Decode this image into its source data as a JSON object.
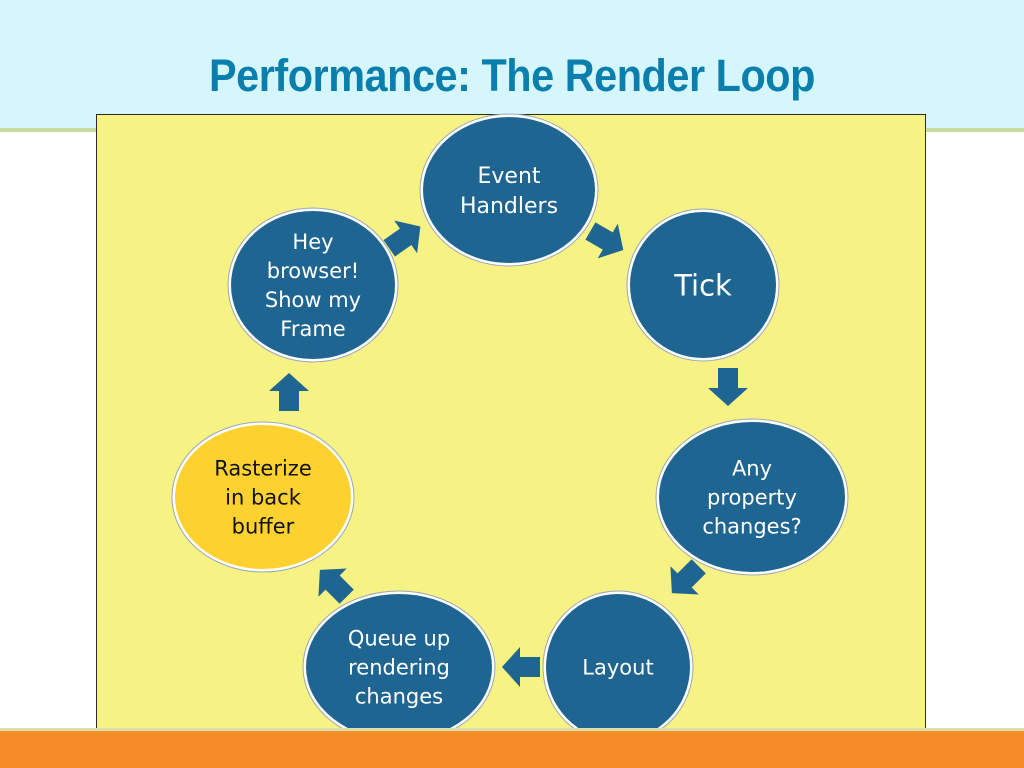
{
  "title": "Performance:  The Render Loop",
  "colors": {
    "header_bg": "#d5f6fd",
    "title": "#0a7fae",
    "panel_bg": "#f6f284",
    "node_fill": "#1f6591",
    "highlight_fill": "#fdd230",
    "arrow": "#1f6591",
    "footer": "#f68b28"
  },
  "diagram": {
    "type": "cycle",
    "nodes": [
      {
        "id": "event-handlers",
        "lines": [
          "Event",
          "Handlers"
        ],
        "highlighted": false
      },
      {
        "id": "tick",
        "lines": [
          "Tick"
        ],
        "highlighted": false
      },
      {
        "id": "property-changes",
        "lines": [
          "Any",
          "property",
          "changes?"
        ],
        "highlighted": false
      },
      {
        "id": "layout",
        "lines": [
          "Layout"
        ],
        "highlighted": false
      },
      {
        "id": "queue-rendering",
        "lines": [
          "Queue up",
          "rendering",
          "changes"
        ],
        "highlighted": false
      },
      {
        "id": "rasterize",
        "lines": [
          "Rasterize",
          "in back",
          "buffer"
        ],
        "highlighted": true
      },
      {
        "id": "show-frame",
        "lines": [
          "Hey",
          "browser!",
          "Show my",
          "Frame"
        ],
        "highlighted": false
      }
    ]
  }
}
